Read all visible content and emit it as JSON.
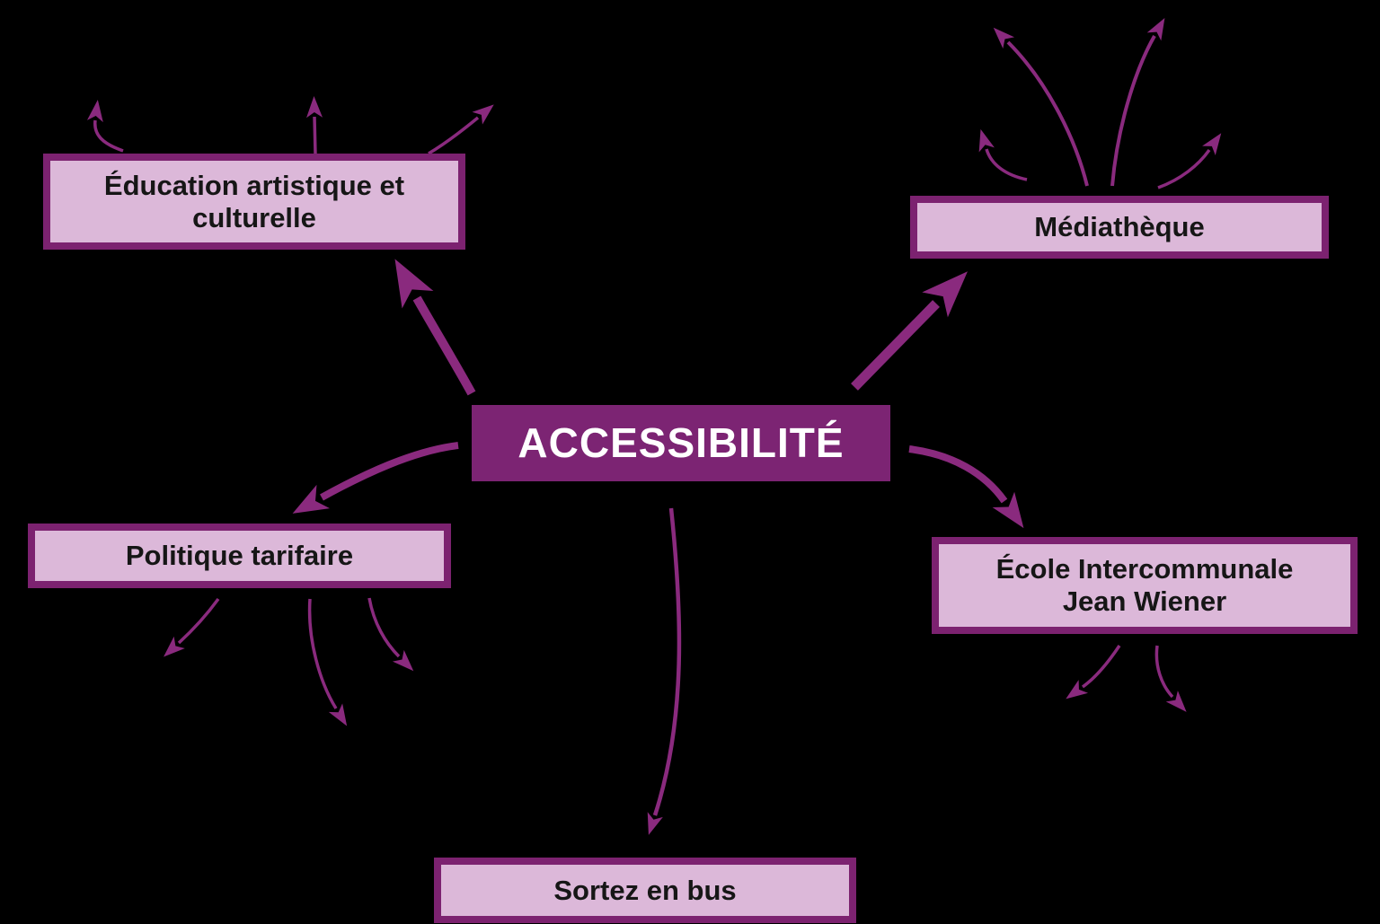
{
  "diagram": {
    "title": "Carte mentale accessibilité",
    "center": {
      "label": "ACCESSIBILITÉ"
    },
    "nodes": {
      "education": {
        "label": "Éducation artistique et\nculturelle"
      },
      "mediatheque": {
        "label": "Médiathèque"
      },
      "politique": {
        "label": "Politique tarifaire"
      },
      "ecole": {
        "label": "École Intercommunale\nJean Wiener"
      },
      "sortez": {
        "label": "Sortez en bus"
      }
    },
    "connections": [
      "center-to-education",
      "center-to-mediatheque",
      "center-to-politique",
      "center-to-ecole",
      "center-to-sortez"
    ]
  },
  "colors": {
    "background": "#000000",
    "center_fill": "#7c2473",
    "center_text": "#ffffff",
    "node_fill": "#dcb8d9",
    "node_border": "#7c2270",
    "node_text": "#161616",
    "arrow": "#8a2a7e"
  }
}
